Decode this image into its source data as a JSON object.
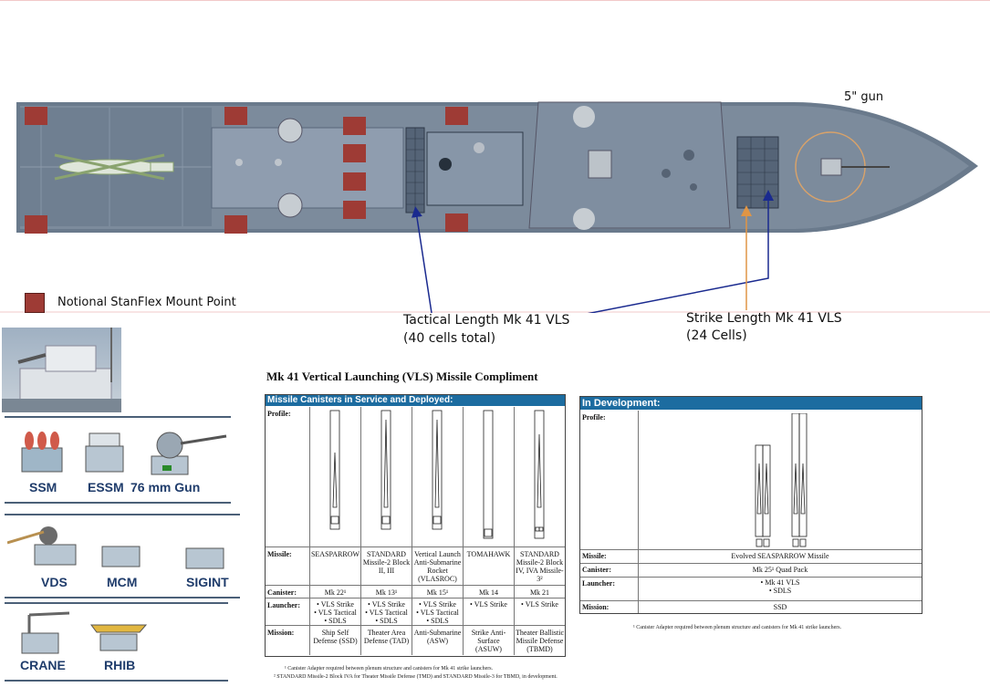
{
  "ship": {
    "gun_label": "5\" gun",
    "legend_label": "Notional StanFlex Mount Point",
    "tactical_label_line1": "Tactical Length Mk 41 VLS",
    "tactical_label_line2": "(40 cells total)",
    "strike_label_line1": "Strike Length Mk 41 VLS",
    "strike_label_line2": "(24 Cells)",
    "colors": {
      "mount_point": "#9e3b35",
      "deck": "#5f6e80",
      "tactical_arrow": "#1a2a8f",
      "strike_arrow": "#e09545"
    }
  },
  "modules": {
    "row1": [
      "SSM",
      "ESSM",
      "76 mm Gun"
    ],
    "row2": [
      "VDS",
      "MCM",
      "SIGINT"
    ],
    "row3": [
      "CRANE",
      "RHIB"
    ]
  },
  "vls_table": {
    "title": "Mk 41 Vertical Launching (VLS) Missile Compliment",
    "service_header": "Missile Canisters in Service and Deployed:",
    "row_labels": {
      "profile": "Profile:",
      "missile": "Missile:",
      "canister": "Canister:",
      "launcher": "Launcher:",
      "mission": "Mission:"
    },
    "columns": [
      {
        "missile": "SEASPARROW",
        "canister": "Mk 22¹",
        "launcher": "• VLS Strike\n• VLS Tactical\n• SDLS",
        "mission": "Ship Self Defense (SSD)"
      },
      {
        "missile": "STANDARD Missile-2 Block II, III",
        "canister": "Mk 13¹",
        "launcher": "• VLS Strike\n• VLS Tactical\n• SDLS",
        "mission": "Theater Area Defense (TAD)"
      },
      {
        "missile": "Vertical Launch Anti-Submarine Rocket (VLASROC)",
        "canister": "Mk 15¹",
        "launcher": "• VLS Strike\n• VLS Tactical\n• SDLS",
        "mission": "Anti-Submarine (ASW)"
      },
      {
        "missile": "TOMAHAWK",
        "canister": "Mk 14",
        "launcher": "• VLS Strike",
        "mission": "Strike Anti-Surface (ASUW)"
      },
      {
        "missile": "STANDARD Missile-2 Block IV, IVA Missile-3²",
        "canister": "Mk 21",
        "launcher": "• VLS Strike",
        "mission": "Theater Ballistic Missile Defense (TBMD)"
      }
    ],
    "footnote1": "¹ Canister Adapter required between plenum structure and canisters for Mk 41 strike launchers.",
    "footnote2": "² STANDARD Missile-2 Block IVA for Theater Missile Defense (TMD) and STANDARD Missile-3 for TBMD, in development."
  },
  "dev_table": {
    "header": "In Development:",
    "row_labels": {
      "profile": "Profile:",
      "missile": "Missile:",
      "canister": "Canister:",
      "launcher": "Launcher:",
      "mission": "Mission:"
    },
    "missile": "Evolved SEASPARROW Missile",
    "canister": "Mk 25¹ Quad Pack",
    "launcher": "• Mk 41 VLS\n• SDLS",
    "mission": "SSD",
    "footnote": "¹ Canister Adapter required between plenum structure and canisters for Mk 41 strike launchers."
  }
}
